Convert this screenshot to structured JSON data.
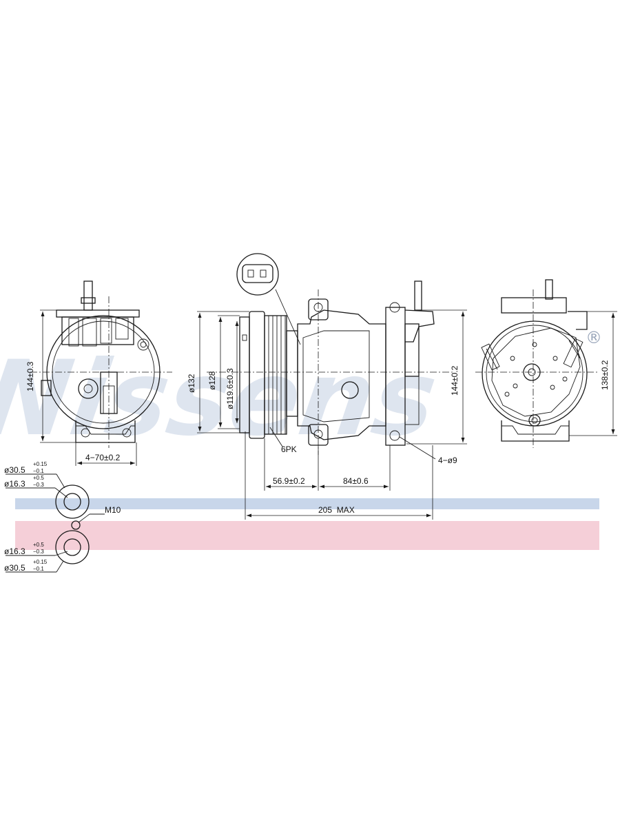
{
  "watermark": {
    "brand": "Nissens",
    "registered": "®"
  },
  "colors": {
    "blue_band": "#c8d6ea",
    "pink_band": "#f5cfd8",
    "line": "#1a1a1a"
  },
  "left_view": {
    "height": "144±0.3",
    "bolt_spacing": "4−70±0.2"
  },
  "front_view": {
    "dia_outer": "ø132",
    "dia_128": "ø128",
    "dia_pulley": "ø119.6±0.3",
    "belt": "6PK",
    "height": "144±0.2",
    "holes": "4−ø9",
    "len_1": "56.9±0.2",
    "len_2": "84±0.6",
    "max_length": "205  MAX"
  },
  "right_view": {
    "height": "138±0.2"
  },
  "ports": {
    "upper_outer": {
      "base": "ø30.5",
      "tol_up": "+0.15",
      "tol_down": "−0.1"
    },
    "upper_inner": {
      "base": "ø16.3",
      "tol_up": "+0.5",
      "tol_down": "−0.3"
    },
    "thread": "M10",
    "lower_inner": {
      "base": "ø16.3",
      "tol_up": "+0.5",
      "tol_down": "−0.3"
    },
    "lower_outer": {
      "base": "ø30.5",
      "tol_up": "+0.15",
      "tol_down": "−0.1"
    }
  }
}
